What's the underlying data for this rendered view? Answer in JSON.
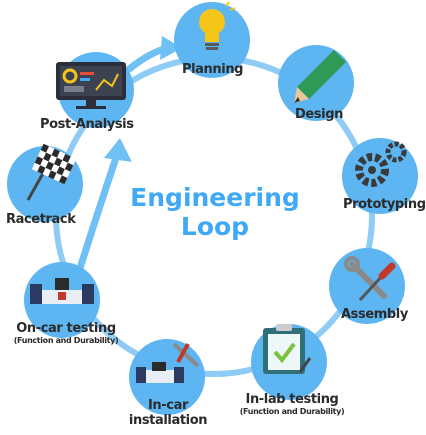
{
  "title": {
    "line1": "Engineering",
    "line2": "Loop"
  },
  "stages": {
    "planning": {
      "label": "Planning",
      "icon": "lightbulb-icon"
    },
    "design": {
      "label": "Design",
      "icon": "pencil-icon"
    },
    "prototyping": {
      "label": "Prototyping",
      "icon": "gears-icon"
    },
    "assembly": {
      "label": "Assembly",
      "icon": "wrench-screwdriver-icon"
    },
    "in_lab_testing": {
      "label": "In-lab testing",
      "sub": "(Function and Durability)",
      "icon": "clipboard-check-icon"
    },
    "in_car_installation": {
      "label_line1": "In-car",
      "label_line2": "installation",
      "icon": "car-tools-icon"
    },
    "on_car_testing": {
      "label": "On-car testing",
      "sub": "(Function and Durability)",
      "icon": "race-car-icon"
    },
    "racetrack": {
      "label": "Racetrack",
      "icon": "checkered-flag-icon"
    },
    "post_analysis": {
      "label": "Post-Analysis",
      "icon": "computer-monitor-icon"
    }
  },
  "colors": {
    "accent": "#3fa9f5",
    "loop": "#6fc0f5",
    "text": "#2b2b2b"
  }
}
